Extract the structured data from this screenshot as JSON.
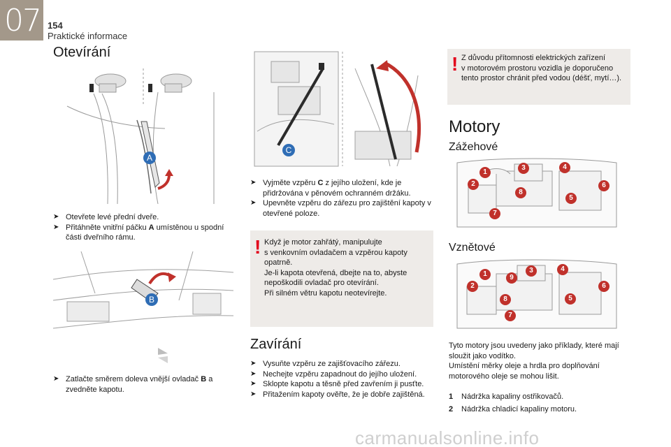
{
  "header": {
    "chapter": "07",
    "page_number": "154",
    "chapter_title": "Praktické informace"
  },
  "left": {
    "title": "Otevírání",
    "steps_a": [
      {
        "pre": "Otevřete levé přední dveře.",
        "bold": "",
        "post": ""
      },
      {
        "pre": "Přitáhněte vnitřní páčku ",
        "bold": "A",
        "post": " umístěnou u spodní části dveřního rámu."
      }
    ],
    "steps_b": [
      {
        "pre": "Zatlačte směrem doleva vnější ovladač ",
        "bold": "B",
        "post": " a zvedněte kapotu."
      }
    ],
    "callouts": {
      "a": "A",
      "b": "B"
    }
  },
  "middle": {
    "callout_c": "C",
    "steps_c": [
      {
        "pre": "Vyjměte vzpěru ",
        "bold": "C",
        "post": " z jejího uložení, kde je přidržována v pěnovém ochranném držáku."
      },
      {
        "pre": "Upevněte vzpěru do zářezu pro zajištění kapoty v otevřené poloze.",
        "bold": "",
        "post": ""
      }
    ],
    "warning_lines": [
      "Když je motor zahřátý, manipulujte",
      "s venkovním ovladačem a vzpěrou kapoty",
      "opatrně.",
      "Je-li kapota otevřená, dbejte na to, abyste",
      "nepoškodili ovladač pro otevírání.",
      "Při silném větru kapotu neotevírejte."
    ],
    "closing_title": "Zavírání",
    "closing_steps": [
      "Vysuňte vzpěru ze zajišťovacího zářezu.",
      "Nechejte vzpěru zapadnout do jejího uložení.",
      "Sklopte kapotu a těsně před zavřením ji pusťte.",
      "Přitažením kapoty ověřte, že je dobře zajištěná."
    ]
  },
  "right": {
    "warning_lines": [
      "Z důvodu přítomnosti elektrických zařízení",
      "v motorovém prostoru vozidla je doporučeno",
      "tento prostor chránit před vodou (déšť, mytí…)."
    ],
    "title": "Motory",
    "petrol_title": "Zážehové",
    "diesel_title": "Vznětové",
    "petrol_markers": [
      "1",
      "2",
      "3",
      "4",
      "5",
      "6",
      "7",
      "8"
    ],
    "diesel_markers": [
      "1",
      "2",
      "3",
      "4",
      "5",
      "6",
      "7",
      "8",
      "9"
    ],
    "note_lines": [
      "Tyto motory jsou uvedeny jako příklady, které mají",
      "sloužit jako vodítko.",
      "Umístění měrky oleje a hrdla pro doplňování",
      "motorového oleje se mohou lišit."
    ],
    "legend": [
      {
        "num": "1",
        "text": "Nádržka kapaliny ostřikovačů."
      },
      {
        "num": "2",
        "text": "Nádržka chladicí kapaliny motoru."
      }
    ]
  },
  "colors": {
    "accent_red": "#e2001a",
    "callout_blue": "#2f6db5",
    "tab_gray": "#a3988a",
    "warning_bg": "#eeebe8"
  },
  "watermark": "carmanualsonline.info"
}
